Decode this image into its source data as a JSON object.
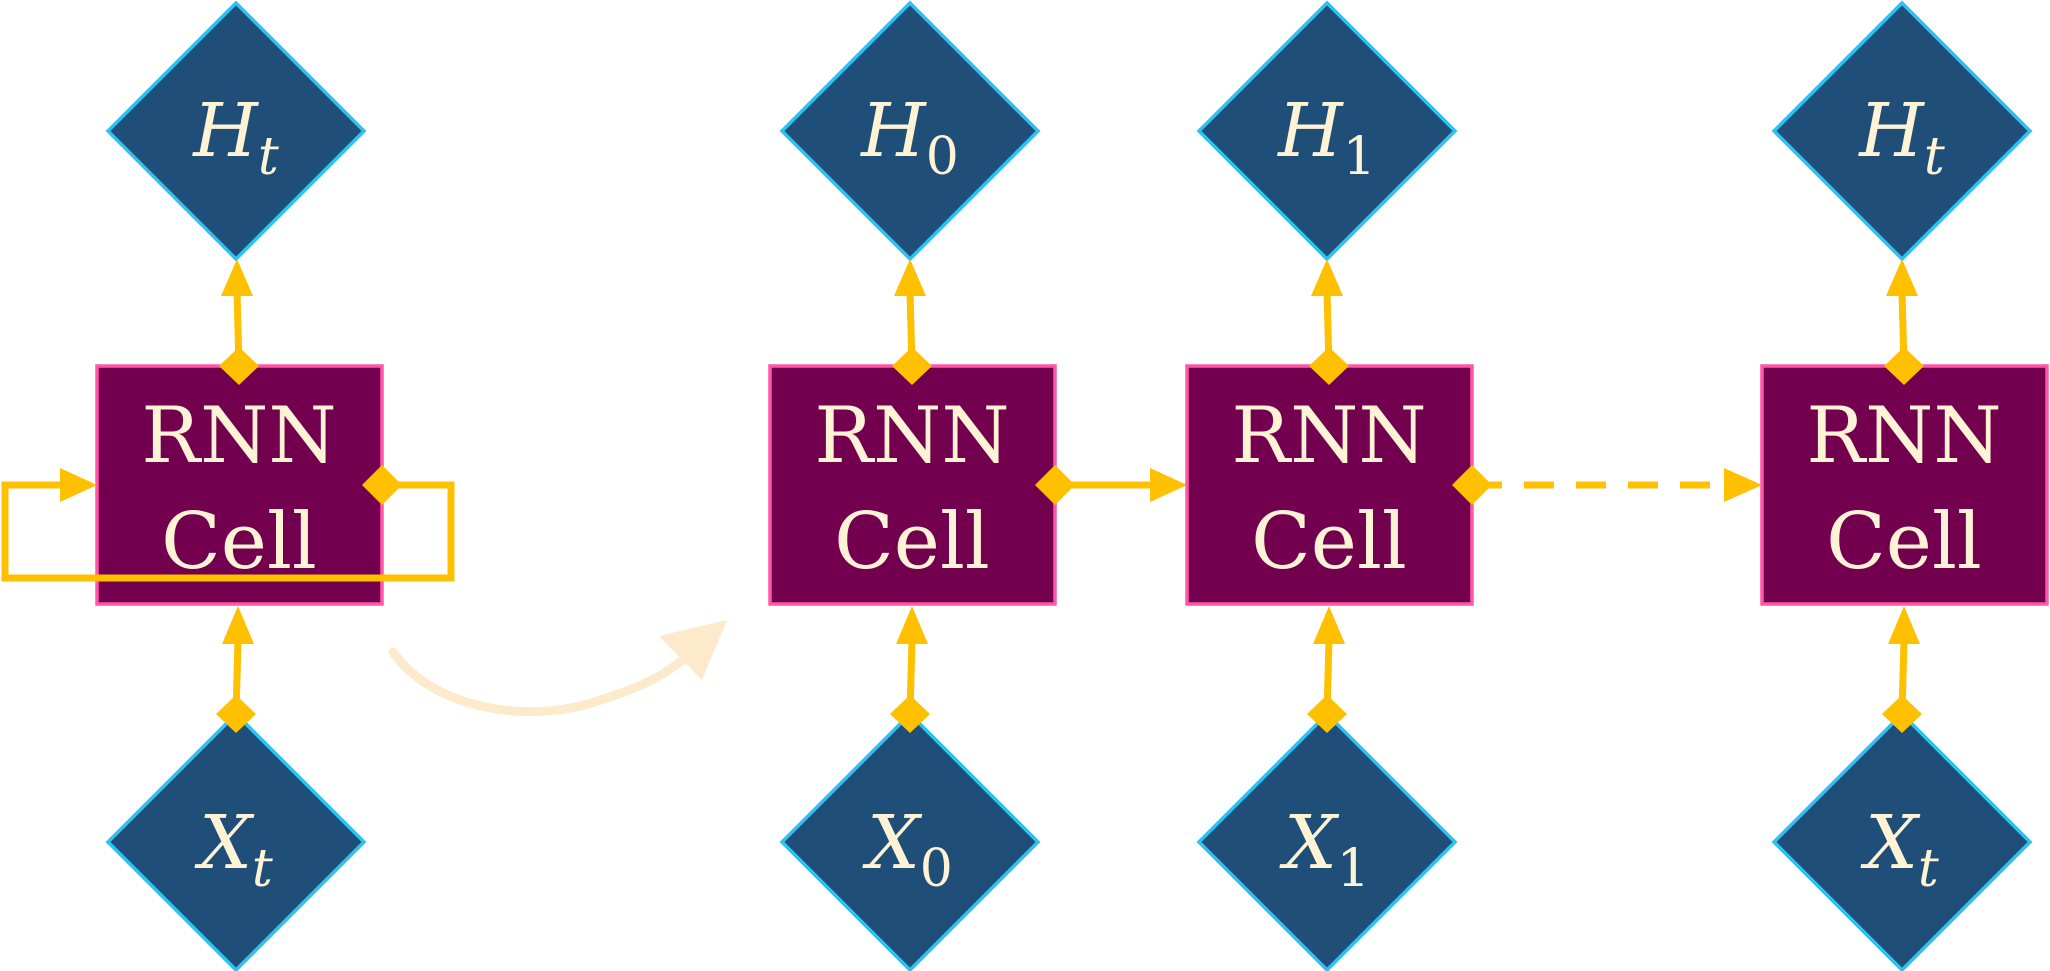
{
  "cell_label": {
    "line1": "RNN",
    "line2": "Cell"
  },
  "folded": {
    "output": {
      "symbol": "H",
      "sub": "t"
    },
    "input": {
      "symbol": "X",
      "sub": "t"
    }
  },
  "unrolled": [
    {
      "output": {
        "symbol": "H",
        "sub": "0"
      },
      "input": {
        "symbol": "X",
        "sub": "0"
      }
    },
    {
      "output": {
        "symbol": "H",
        "sub": "1"
      },
      "input": {
        "symbol": "X",
        "sub": "1"
      }
    },
    {
      "output": {
        "symbol": "H",
        "sub": "t"
      },
      "input": {
        "symbol": "X",
        "sub": "t"
      }
    }
  ],
  "colors": {
    "cell_fill": "#72004f",
    "cell_border": "#ff57a6",
    "node_fill": "#1f4e79",
    "node_border": "#2ec2f2",
    "connector": "#ffc000",
    "unroll_arrow": "#fdeacb",
    "text": "#fff3d6"
  }
}
